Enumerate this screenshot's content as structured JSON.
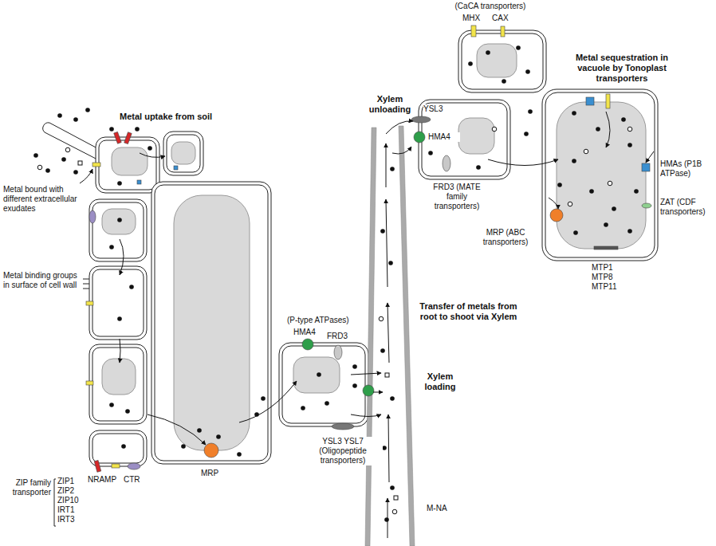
{
  "diagram": {
    "labels": [
      "(CaCA transporters)",
      "MHX",
      "CAX",
      "Metal sequestration in vacuole by Tonoplast transporters",
      "Xylem unloading",
      "YSL3",
      "HMA4",
      "FRD3 (MATE family transporters)",
      "HMAs (P1B ATPase)",
      "ZAT (CDF transporters)",
      "MRP (ABC transporters)",
      "MTP1 MTP8 MTP11",
      "Metal uptake from soil",
      "Metal bound with different extracellular exudates",
      "Metal binding groups in surface of cell wall",
      "Transfer of metals from root to shoot via Xylem",
      "(P-type ATPases)",
      "HMA4",
      "FRD3",
      "Xylem loading",
      "MRP",
      "YSL3 YSL7 (Oligopeptide transporters)",
      "ZIP family transporter",
      "ZIP1 ZIP2 ZIP10 IRT1 IRT3",
      "NRAMP",
      "CTR",
      "M-NA"
    ]
  }
}
